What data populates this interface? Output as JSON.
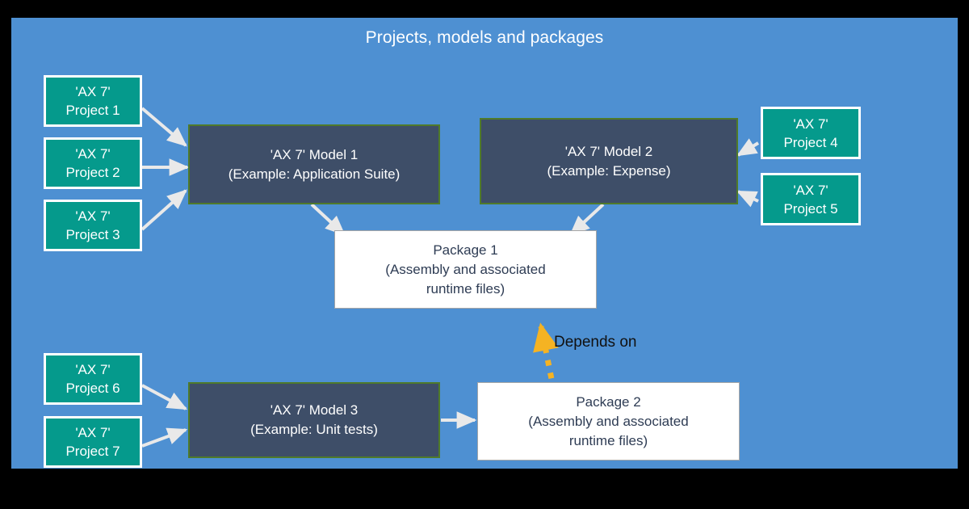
{
  "diagram": {
    "title": "Projects, models and packages",
    "background_color": "#4e90d2",
    "frame_color": "#000000"
  },
  "colors": {
    "project_fill": "#059a8c",
    "project_border": "#ffffff",
    "model_fill": "#3e4e68",
    "model_border": "#4f7a2a",
    "package_fill": "#ffffff",
    "package_border": "#a6a6a6",
    "arrow": "#e9e9e9",
    "depends_arrow": "#f5b323",
    "text_light": "#ffffff",
    "text_dark": "#2e3c54"
  },
  "nodes": {
    "project1": {
      "line1": "'AX 7'",
      "line2": "Project 1"
    },
    "project2": {
      "line1": "'AX 7'",
      "line2": "Project 2"
    },
    "project3": {
      "line1": "'AX 7'",
      "line2": "Project 3"
    },
    "project4": {
      "line1": "'AX 7'",
      "line2": "Project 4"
    },
    "project5": {
      "line1": "'AX 7'",
      "line2": "Project 5"
    },
    "project6": {
      "line1": "'AX 7'",
      "line2": "Project 6"
    },
    "project7": {
      "line1": "'AX 7'",
      "line2": "Project 7"
    },
    "model1": {
      "line1": "'AX 7' Model 1",
      "line2": "(Example: Application Suite)"
    },
    "model2": {
      "line1": "'AX 7' Model 2",
      "line2": "(Example: Expense)"
    },
    "model3": {
      "line1": "'AX 7' Model 3",
      "line2": "(Example: Unit tests)"
    },
    "package1": {
      "line1": "Package 1",
      "line2": "(Assembly and associated",
      "line3": "runtime files)"
    },
    "package2": {
      "line1": "Package 2",
      "line2": "(Assembly and associated",
      "line3": "runtime files)"
    }
  },
  "labels": {
    "depends_on": "Depends on"
  },
  "chart_data": {
    "type": "diagram",
    "title": "Projects, models and packages",
    "node_list": [
      {
        "id": "project1",
        "kind": "project",
        "text": "'AX 7' Project 1"
      },
      {
        "id": "project2",
        "kind": "project",
        "text": "'AX 7' Project 2"
      },
      {
        "id": "project3",
        "kind": "project",
        "text": "'AX 7' Project 3"
      },
      {
        "id": "project4",
        "kind": "project",
        "text": "'AX 7' Project 4"
      },
      {
        "id": "project5",
        "kind": "project",
        "text": "'AX 7' Project 5"
      },
      {
        "id": "project6",
        "kind": "project",
        "text": "'AX 7' Project 6"
      },
      {
        "id": "project7",
        "kind": "project",
        "text": "'AX 7' Project 7"
      },
      {
        "id": "model1",
        "kind": "model",
        "text": "'AX 7' Model 1 (Example: Application Suite)"
      },
      {
        "id": "model2",
        "kind": "model",
        "text": "'AX 7' Model 2 (Example: Expense)"
      },
      {
        "id": "model3",
        "kind": "model",
        "text": "'AX 7' Model 3 (Example: Unit tests)"
      },
      {
        "id": "package1",
        "kind": "package",
        "text": "Package 1 (Assembly and associated runtime files)"
      },
      {
        "id": "package2",
        "kind": "package",
        "text": "Package 2 (Assembly and associated runtime files)"
      }
    ],
    "edges": [
      {
        "from": "project1",
        "to": "model1",
        "style": "solid",
        "label": ""
      },
      {
        "from": "project2",
        "to": "model1",
        "style": "solid",
        "label": ""
      },
      {
        "from": "project3",
        "to": "model1",
        "style": "solid",
        "label": ""
      },
      {
        "from": "project4",
        "to": "model2",
        "style": "solid",
        "label": ""
      },
      {
        "from": "project5",
        "to": "model2",
        "style": "solid",
        "label": ""
      },
      {
        "from": "project6",
        "to": "model3",
        "style": "solid",
        "label": ""
      },
      {
        "from": "project7",
        "to": "model3",
        "style": "solid",
        "label": ""
      },
      {
        "from": "model1",
        "to": "package1",
        "style": "solid",
        "label": ""
      },
      {
        "from": "model2",
        "to": "package1",
        "style": "solid",
        "label": ""
      },
      {
        "from": "model3",
        "to": "package2",
        "style": "solid",
        "label": ""
      },
      {
        "from": "package2",
        "to": "package1",
        "style": "dotted",
        "label": "Depends on"
      }
    ]
  }
}
